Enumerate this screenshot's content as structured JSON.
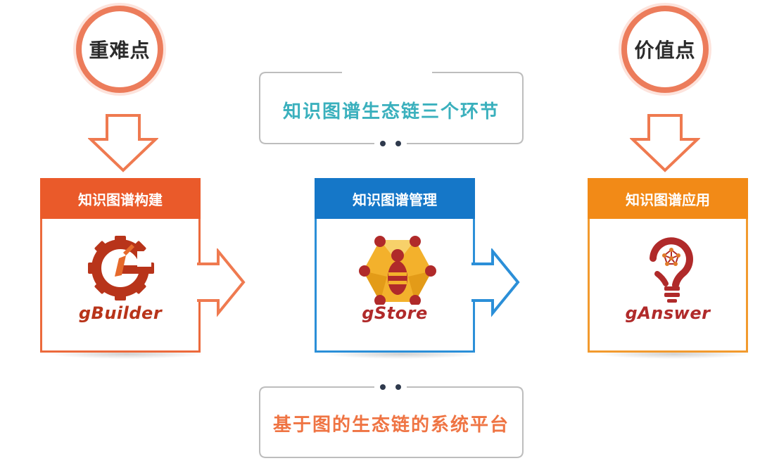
{
  "left": {
    "circle_label": "重难点",
    "card_title": "知识图谱构建",
    "logo_name": "gBuilder",
    "colors": {
      "head": "#ea5a2a",
      "border": "#ec6a3c",
      "circle": "#ec7c5b"
    }
  },
  "center": {
    "top_caption": "知识图谱生态链三个环节",
    "card_title": "知识图谱管理",
    "logo_name": "gStore",
    "bottom_caption": "基于图的生态链的系统平台",
    "colors": {
      "head": "#1577c8",
      "border": "#2b8fd8",
      "top_caption": "#3ab0bd",
      "bottom_caption": "#ef7443"
    }
  },
  "right": {
    "circle_label": "价值点",
    "card_title": "知识图谱应用",
    "logo_name": "gAnswer",
    "colors": {
      "head": "#f28a17",
      "border": "#f29a2e",
      "circle": "#ec7c5b"
    }
  }
}
